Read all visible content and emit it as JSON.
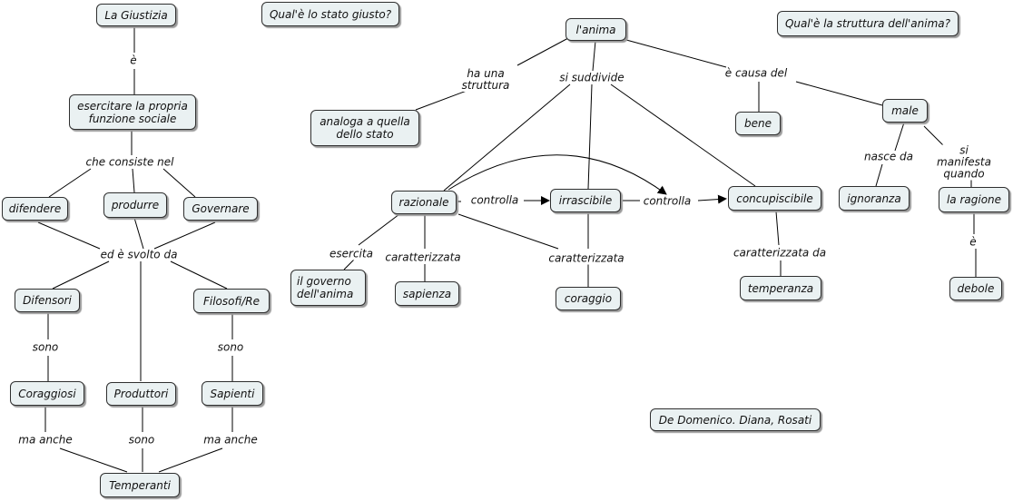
{
  "nodes": {
    "la_giustizia": "La Giustizia",
    "q_stato_giusto": "Qual'è lo stato giusto?",
    "esercitare": "esercitare la propria\nfunzione sociale",
    "difendere": "difendere",
    "produrre": "produrre",
    "governare": "Governare",
    "difensori": "Difensori",
    "filosofi": "Filosofi/Re",
    "coraggiosi": "Coraggiosi",
    "produttori": "Produttori",
    "sapienti": "Sapienti",
    "temperanti": "Temperanti",
    "anima": "l'anima",
    "q_struttura_anima": "Qual'è la struttura dell'anima?",
    "analoga": "analoga a quella\ndello stato",
    "bene": "bene",
    "male": "male",
    "razionale": "razionale",
    "irrascibile": "irrascibile",
    "concupiscibile": "concupiscibile",
    "ignoranza": "ignoranza",
    "la_ragione": "la ragione",
    "governo_anima": "il governo\ndell'anima",
    "sapienza": "sapienza",
    "coraggio": "coraggio",
    "temperanza": "temperanza",
    "debole": "debole",
    "autori": "De Domenico. Diana, Rosati"
  },
  "links": {
    "e1": "è",
    "che_consiste": "che consiste nel",
    "ed_e_svolto": "ed è svolto da",
    "sono1": "sono",
    "sono2": "sono",
    "sono3": "sono",
    "ma_anche1": "ma anche",
    "ma_anche2": "ma anche",
    "ha_una_struttura": "ha una\nstruttura",
    "si_suddivide": "si suddivide",
    "e_causa_del": "è causa del",
    "controlla1": "controlla",
    "controlla2": "controlla",
    "nasce_da": "nasce da",
    "si_manifesta": "si manifesta\nquando",
    "esercita": "esercita",
    "caratterizzata1": "caratterizzata",
    "caratterizzata2": "caratterizzata",
    "caratterizzata_da": "caratterizzata da",
    "e2": "è"
  }
}
